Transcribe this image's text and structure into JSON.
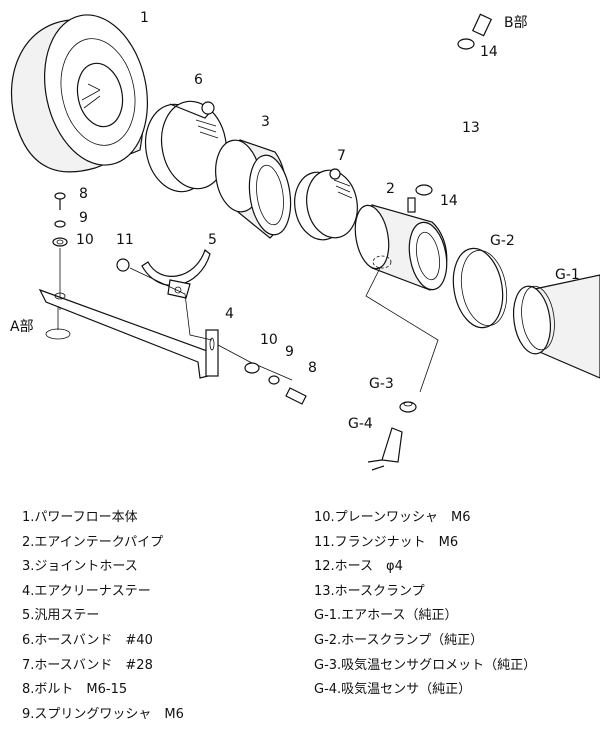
{
  "diagram": {
    "labels": {
      "l1": "1",
      "l6": "6",
      "l3": "3",
      "l7": "7",
      "l2": "2",
      "l8a": "8",
      "l9a": "9",
      "l10a": "10",
      "l11": "11",
      "l5": "5",
      "l4": "4",
      "l10b": "10",
      "l9b": "9",
      "l8b": "8",
      "l13": "13",
      "l14a": "14",
      "l14b": "14",
      "lB": "B部",
      "lA": "A部",
      "lG1": "G-1",
      "lG2": "G-2",
      "lG3": "G-3",
      "lG4": "G-4"
    }
  },
  "parts_left": [
    "1.パワーフロー本体",
    "2.エアインテークパイプ",
    "3.ジョイントホース",
    "4.エアクリーナステー",
    "5.汎用ステー",
    "6.ホースバンド　#40",
    "7.ホースバンド　#28",
    "8.ボルト　M6-15",
    "9.スプリングワッシャ　M6"
  ],
  "parts_right": [
    "10.プレーンワッシャ　M6",
    "11.フランジナット　M6",
    "12.ホース　φ4",
    "13.ホースクランプ",
    "G-1.エアホース（純正）",
    "G-2.ホースクランプ（純正）",
    "G-3.吸気温センサグロメット（純正）",
    "G-4.吸気温センサ（純正）"
  ]
}
